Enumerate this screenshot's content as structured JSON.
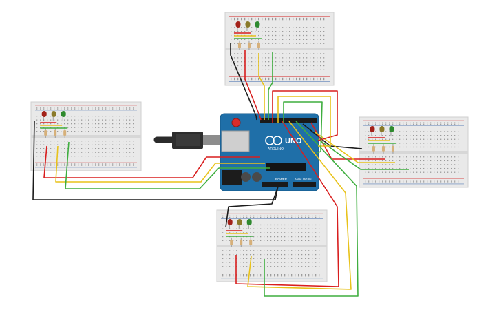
{
  "canvas": {
    "background": "#ffffff"
  },
  "arduino": {
    "logo_text": "UNO",
    "brand_text": "ARDUINO",
    "power_label": "POWER",
    "analog_label": "ANALOG IN",
    "board_color": "#1f6fa8",
    "board_edge": "#155a8a"
  },
  "breadboards": [
    {
      "id": "top"
    },
    {
      "id": "left"
    },
    {
      "id": "right"
    },
    {
      "id": "bottom"
    }
  ],
  "traffic_light_colors": [
    "red",
    "yellow",
    "green"
  ],
  "wire_colors": {
    "red": "#d81e1e",
    "yellow": "#e8c21a",
    "green": "#3fae3f",
    "black": "#1b1b1b"
  },
  "led_colors": {
    "red": "#a3221a",
    "yellow": "#8a7a2a",
    "green": "#2f8a2f"
  },
  "cable": {
    "color": "#2b2b2b"
  }
}
